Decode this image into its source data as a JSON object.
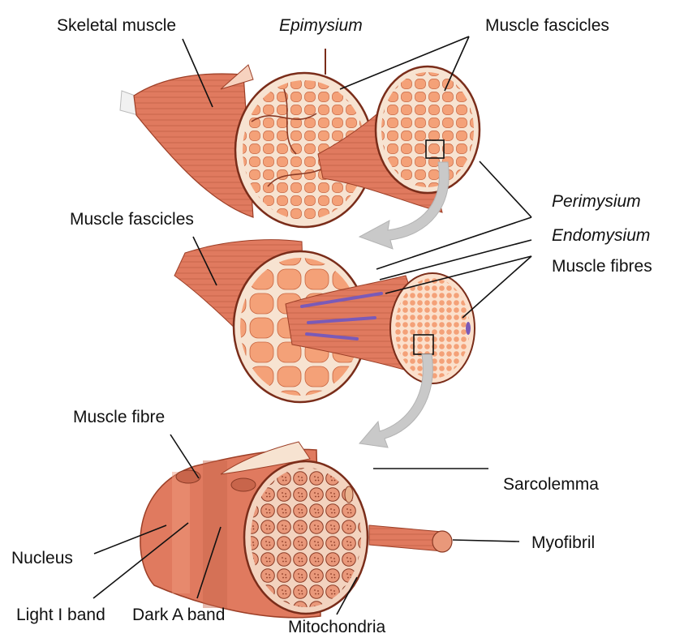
{
  "labels": {
    "skeletal_muscle": "Skeletal muscle",
    "epimysium": "Epimysium",
    "muscle_fascicles_top": "Muscle fascicles",
    "perimysium": "Perimysium",
    "muscle_fascicles_mid": "Muscle fascicles",
    "endomysium": "Endomysium",
    "muscle_fibres": "Muscle fibres",
    "muscle_fibre": "Muscle fibre",
    "sarcolemma": "Sarcolemma",
    "myofibril": "Myofibril",
    "nucleus": "Nucleus",
    "light_band": "Light I band",
    "dark_band": "Dark A band",
    "mitochondria": "Mitochondria"
  },
  "colors": {
    "muscle": "#e07a5f",
    "muscle_dark": "#b9533b",
    "fascicle": "#f4a178",
    "tissue": "#f7e3d1",
    "outline": "#7a2d1a",
    "arrow": "#c9c9c9"
  }
}
